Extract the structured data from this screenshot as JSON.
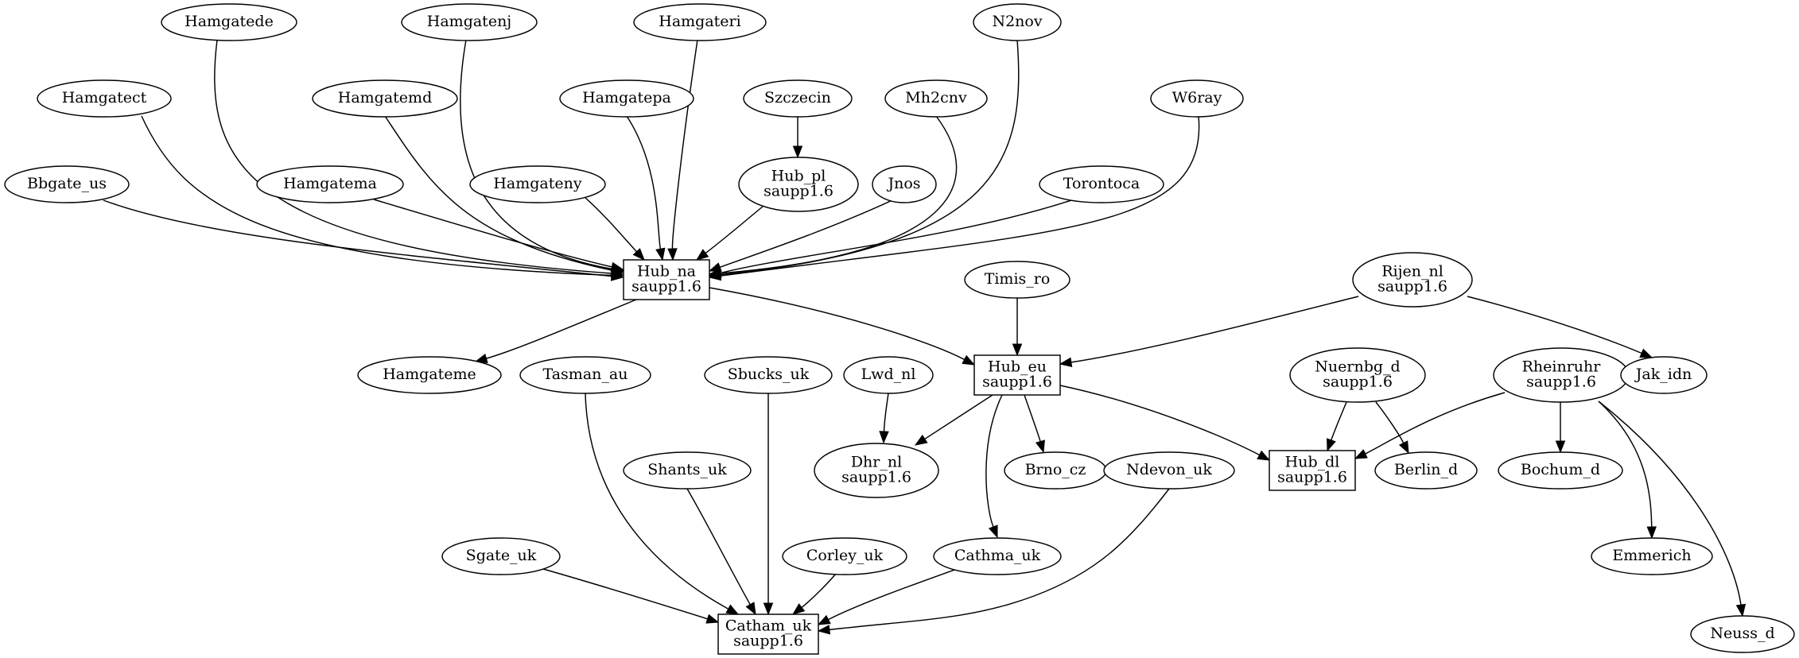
{
  "nodes": {
    "hamgatede": {
      "label": [
        "Hamgatede"
      ],
      "shape": "ellipse"
    },
    "hamgatenj": {
      "label": [
        "Hamgatenj"
      ],
      "shape": "ellipse"
    },
    "hamgateri": {
      "label": [
        "Hamgateri"
      ],
      "shape": "ellipse"
    },
    "n2nov": {
      "label": [
        "N2nov"
      ],
      "shape": "ellipse"
    },
    "hamgatect": {
      "label": [
        "Hamgatect"
      ],
      "shape": "ellipse"
    },
    "hamgatemd": {
      "label": [
        "Hamgatemd"
      ],
      "shape": "ellipse"
    },
    "hamgatepa": {
      "label": [
        "Hamgatepa"
      ],
      "shape": "ellipse"
    },
    "szczecin": {
      "label": [
        "Szczecin"
      ],
      "shape": "ellipse"
    },
    "mh2cnv": {
      "label": [
        "Mh2cnv"
      ],
      "shape": "ellipse"
    },
    "w6ray": {
      "label": [
        "W6ray"
      ],
      "shape": "ellipse"
    },
    "bbgate_us": {
      "label": [
        "Bbgate_us"
      ],
      "shape": "ellipse"
    },
    "hamgatema": {
      "label": [
        "Hamgatema"
      ],
      "shape": "ellipse"
    },
    "hamgateny": {
      "label": [
        "Hamgateny"
      ],
      "shape": "ellipse"
    },
    "hub_pl": {
      "label": [
        "Hub_pl",
        "saupp1.6"
      ],
      "shape": "ellipse"
    },
    "jnos": {
      "label": [
        "Jnos"
      ],
      "shape": "ellipse"
    },
    "torontoca": {
      "label": [
        "Torontoca"
      ],
      "shape": "ellipse"
    },
    "hub_na": {
      "label": [
        "Hub_na",
        "saupp1.6"
      ],
      "shape": "box"
    },
    "timis_ro": {
      "label": [
        "Timis_ro"
      ],
      "shape": "ellipse"
    },
    "rijen_nl": {
      "label": [
        "Rijen_nl",
        "saupp1.6"
      ],
      "shape": "ellipse"
    },
    "hamgateme": {
      "label": [
        "Hamgateme"
      ],
      "shape": "ellipse"
    },
    "tasman_au": {
      "label": [
        "Tasman_au"
      ],
      "shape": "ellipse"
    },
    "sbucks_uk": {
      "label": [
        "Sbucks_uk"
      ],
      "shape": "ellipse"
    },
    "lwd_nl": {
      "label": [
        "Lwd_nl"
      ],
      "shape": "ellipse"
    },
    "hub_eu": {
      "label": [
        "Hub_eu",
        "saupp1.6"
      ],
      "shape": "box"
    },
    "nuernbg_d": {
      "label": [
        "Nuernbg_d",
        "saupp1.6"
      ],
      "shape": "ellipse"
    },
    "rheinruhr": {
      "label": [
        "Rheinruhr",
        "saupp1.6"
      ],
      "shape": "ellipse"
    },
    "jak_idn": {
      "label": [
        "Jak_idn"
      ],
      "shape": "ellipse"
    },
    "shants_uk": {
      "label": [
        "Shants_uk"
      ],
      "shape": "ellipse"
    },
    "dhr_nl": {
      "label": [
        "Dhr_nl",
        "saupp1.6"
      ],
      "shape": "ellipse"
    },
    "brno_cz": {
      "label": [
        "Brno_cz"
      ],
      "shape": "ellipse"
    },
    "ndevon_uk": {
      "label": [
        "Ndevon_uk"
      ],
      "shape": "ellipse"
    },
    "hub_dl": {
      "label": [
        "Hub_dl",
        "saupp1.6"
      ],
      "shape": "box"
    },
    "berlin_d": {
      "label": [
        "Berlin_d"
      ],
      "shape": "ellipse"
    },
    "bochum_d": {
      "label": [
        "Bochum_d"
      ],
      "shape": "ellipse"
    },
    "sgate_uk": {
      "label": [
        "Sgate_uk"
      ],
      "shape": "ellipse"
    },
    "corley_uk": {
      "label": [
        "Corley_uk"
      ],
      "shape": "ellipse"
    },
    "cathma_uk": {
      "label": [
        "Cathma_uk"
      ],
      "shape": "ellipse"
    },
    "emmerich": {
      "label": [
        "Emmerich"
      ],
      "shape": "ellipse"
    },
    "catham_uk": {
      "label": [
        "Catham_uk",
        "saupp1.6"
      ],
      "shape": "box"
    },
    "neuss_d": {
      "label": [
        "Neuss_d"
      ],
      "shape": "ellipse"
    }
  },
  "edges": [
    [
      "hamgatede",
      "hub_na"
    ],
    [
      "hamgatenj",
      "hub_na"
    ],
    [
      "hamgateri",
      "hub_na"
    ],
    [
      "n2nov",
      "hub_na"
    ],
    [
      "hamgatect",
      "hub_na"
    ],
    [
      "hamgatemd",
      "hub_na"
    ],
    [
      "hamgatepa",
      "hub_na"
    ],
    [
      "szczecin",
      "hub_pl"
    ],
    [
      "mh2cnv",
      "hub_na"
    ],
    [
      "w6ray",
      "hub_na"
    ],
    [
      "bbgate_us",
      "hub_na"
    ],
    [
      "hamgatema",
      "hub_na"
    ],
    [
      "hamgateny",
      "hub_na"
    ],
    [
      "hub_pl",
      "hub_na"
    ],
    [
      "jnos",
      "hub_na"
    ],
    [
      "torontoca",
      "hub_na"
    ],
    [
      "hub_na",
      "hamgateme"
    ],
    [
      "hub_na",
      "hub_eu"
    ],
    [
      "timis_ro",
      "hub_eu"
    ],
    [
      "rijen_nl",
      "hub_eu"
    ],
    [
      "rijen_nl",
      "jak_idn"
    ],
    [
      "lwd_nl",
      "dhr_nl"
    ],
    [
      "hub_eu",
      "dhr_nl"
    ],
    [
      "hub_eu",
      "brno_cz"
    ],
    [
      "hub_eu",
      "cathma_uk"
    ],
    [
      "hub_eu",
      "hub_dl"
    ],
    [
      "nuernbg_d",
      "hub_dl"
    ],
    [
      "nuernbg_d",
      "berlin_d"
    ],
    [
      "rheinruhr",
      "hub_dl"
    ],
    [
      "rheinruhr",
      "bochum_d"
    ],
    [
      "rheinruhr",
      "emmerich"
    ],
    [
      "rheinruhr",
      "neuss_d"
    ],
    [
      "tasman_au",
      "catham_uk"
    ],
    [
      "sbucks_uk",
      "catham_uk"
    ],
    [
      "shants_uk",
      "catham_uk"
    ],
    [
      "sgate_uk",
      "catham_uk"
    ],
    [
      "corley_uk",
      "catham_uk"
    ],
    [
      "cathma_uk",
      "catham_uk"
    ],
    [
      "ndevon_uk",
      "catham_uk"
    ]
  ]
}
